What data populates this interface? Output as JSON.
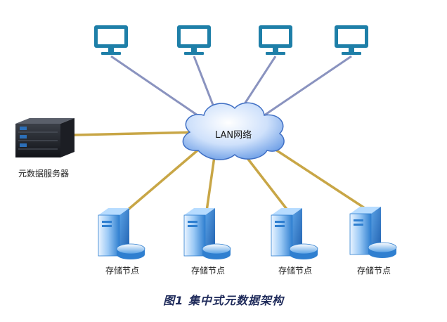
{
  "diagram": {
    "network_label": "LAN网络",
    "metadata_server_label": "元数据服务器",
    "storage_node_labels": [
      "存储节点",
      "存储节点",
      "存储节点",
      "存储节点"
    ],
    "caption": "图1 集中式元数据架构"
  },
  "icons": {
    "client": "monitor-icon",
    "network": "cloud-icon",
    "metadata_server": "rack-server-icon",
    "storage_node": "tower-server-with-disk-icon"
  },
  "colors": {
    "client_link": "#8a93bf",
    "server_link": "#c8a646",
    "monitor": "#1e7fa8",
    "cloud": "#4b7fd6",
    "storage": "#3a8ed8",
    "caption": "#1e2a5a"
  }
}
